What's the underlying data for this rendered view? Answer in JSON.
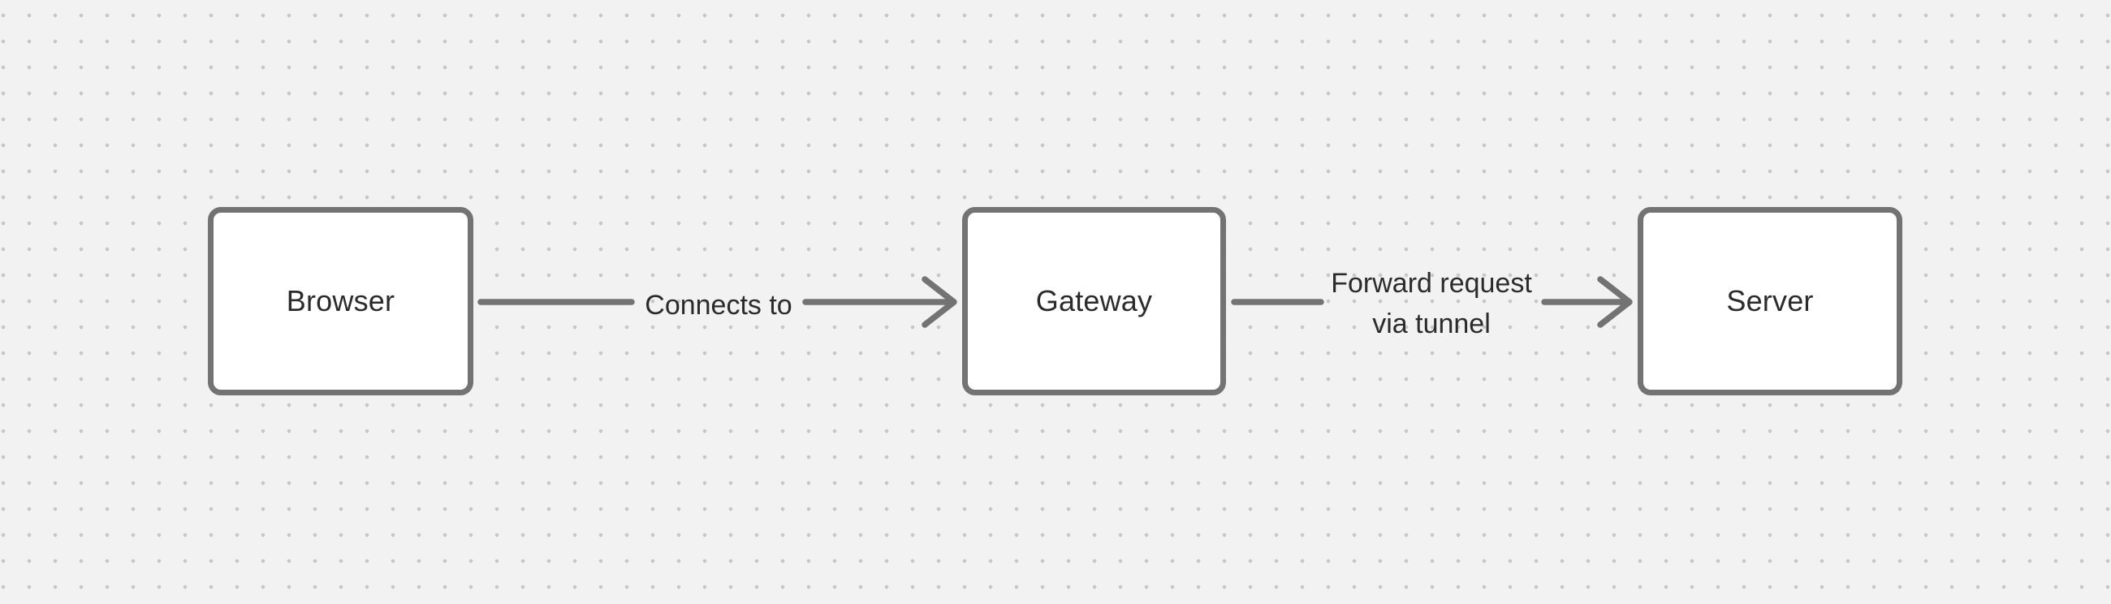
{
  "canvas": {
    "background_color": "#f2f2f2",
    "dot_color": "#c8c8c8",
    "stroke_color": "#737373",
    "text_color": "#2b2b2b",
    "node_fill_color": "#ffffff"
  },
  "diagram": {
    "type": "flow",
    "nodes": [
      {
        "id": "browser",
        "label": "Browser"
      },
      {
        "id": "gateway",
        "label": "Gateway"
      },
      {
        "id": "server",
        "label": "Server"
      }
    ],
    "edges": [
      {
        "from": "browser",
        "to": "gateway",
        "label": "Connects to",
        "label_lines": [
          "Connects to"
        ]
      },
      {
        "from": "gateway",
        "to": "server",
        "label": "Forward request via tunnel",
        "label_lines": [
          "Forward request",
          "via tunnel"
        ]
      }
    ]
  }
}
